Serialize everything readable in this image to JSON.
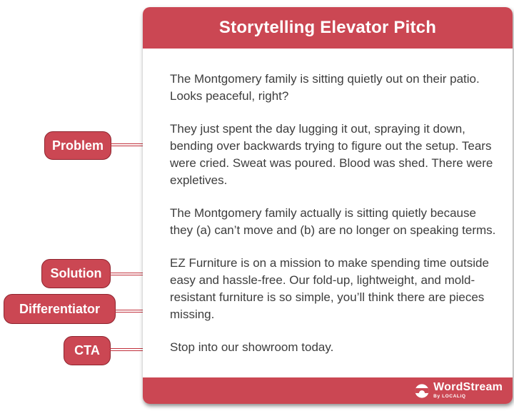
{
  "card": {
    "title": "Storytelling Elevator Pitch",
    "paragraphs": [
      "The Montgomery family is sitting quietly out on their patio. Looks peaceful, right?",
      "They just spent the day lugging it out, spraying it down, bending over backwards trying to figure out the setup. Tears were cried. Sweat was poured. Blood was shed. There were expletives.",
      "The Montgomery family actually is sitting quietly because they (a) can’t move and (b) are no longer on speaking terms.",
      "EZ Furniture is on a mission to make spending time outside easy and hassle-free. Our fold-up, lightweight, and mold-resistant furniture is so simple, you’ll think there are pieces missing.",
      "Stop into our showroom today."
    ]
  },
  "labels": [
    {
      "id": "problem",
      "text": "Problem"
    },
    {
      "id": "solution",
      "text": "Solution"
    },
    {
      "id": "differentiator",
      "text": "Differentiator"
    },
    {
      "id": "cta",
      "text": "CTA"
    }
  ],
  "footer": {
    "brand": "WordStream",
    "byline": "By LOCALiQ",
    "logo_icon": "wordstream-wave-circle"
  },
  "colors": {
    "main_red": "#CB4753",
    "tag_border": "#8E242E",
    "line_red": "#C1303C",
    "text_dark": "#3D3D3D"
  }
}
